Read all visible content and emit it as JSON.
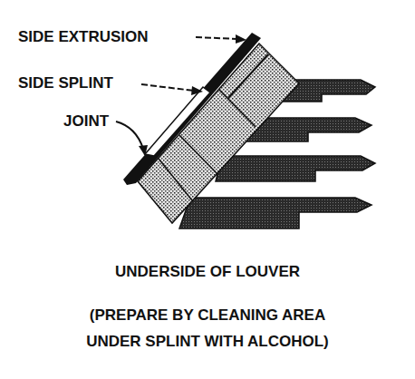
{
  "diagram": {
    "caption": "UNDERSIDE OF LOUVER",
    "labels": [
      "SIDE EXTRUSION",
      "SIDE SPLINT",
      "JOINT",
      "(PREPARE BY CLEANING AREA UNDER SPLINT WITH ALCOHOL)"
    ]
  }
}
